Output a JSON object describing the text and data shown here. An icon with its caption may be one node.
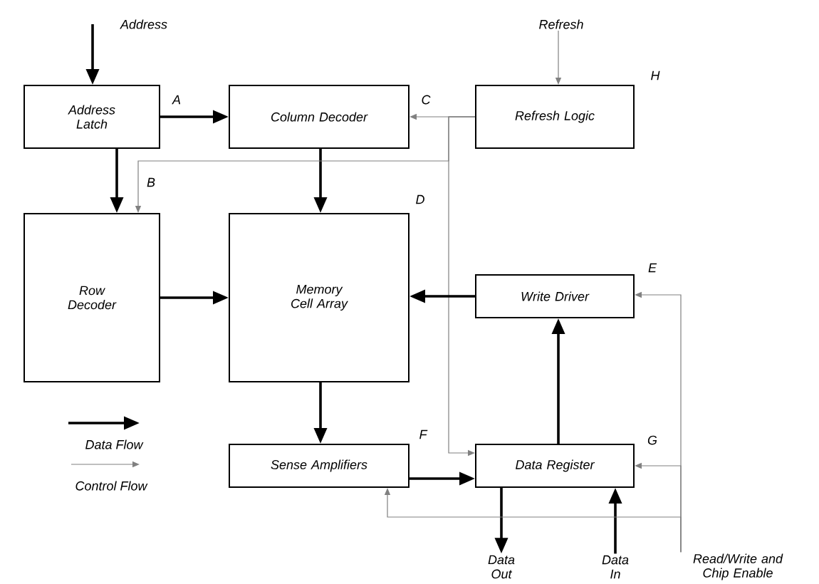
{
  "diagram": {
    "nodes": [
      {
        "text": [
          "Address"
        ]
      },
      {
        "text": [
          "Address Latch"
        ]
      },
      {
        "text": [
          "Column Decoder"
        ]
      },
      {
        "text": [
          "Refresh"
        ]
      },
      {
        "text": [
          "Refresh Logic"
        ]
      },
      {
        "text": [
          "Row Decoder"
        ]
      },
      {
        "text": [
          "Memory Cell Array"
        ]
      },
      {
        "text": [
          "Write Driver"
        ]
      },
      {
        "text": [
          "Sense Amplifiers"
        ]
      },
      {
        "text": [
          "Data Register"
        ]
      },
      {
        "text": [
          "Data Out"
        ]
      },
      {
        "text": [
          "Data In"
        ]
      },
      {
        "text": [
          "Read/Write and Chip Enable"
        ]
      }
    ],
    "edges": [
      {
        "from": 0,
        "to": 1,
        "arrow": "to"
      },
      {
        "from": 1,
        "to": 2,
        "arrow": "to"
      },
      {
        "from": 1,
        "to": 5,
        "arrow": "to"
      },
      {
        "from": 2,
        "to": 6,
        "arrow": "to"
      },
      {
        "from": 3,
        "to": 4,
        "arrow": "to",
        "color": "#808080"
      },
      {
        "from": 4,
        "to": 2,
        "arrow": "to",
        "color": "#808080"
      },
      {
        "from": 4,
        "to": 5,
        "arrow": "to",
        "color": "#808080"
      },
      {
        "from": 4,
        "to": 9,
        "arrow": "to",
        "color": "#808080"
      },
      {
        "from": 5,
        "to": 6,
        "arrow": "to"
      },
      {
        "from": 7,
        "to": 6,
        "arrow": "to"
      },
      {
        "from": 6,
        "to": 8,
        "arrow": "to"
      },
      {
        "from": 8,
        "to": 9,
        "arrow": "to"
      },
      {
        "from": 9,
        "to": 7,
        "arrow": "to"
      },
      {
        "from": 9,
        "to": 10,
        "arrow": "to"
      },
      {
        "from": 11,
        "to": 9,
        "arrow": "to"
      },
      {
        "from": 12,
        "to": 7,
        "arrow": "to",
        "color": "#808080"
      },
      {
        "from": 12,
        "to": 9,
        "arrow": "to",
        "color": "#808080"
      },
      {
        "from": 12,
        "to": 8,
        "arrow": "to",
        "color": "#808080"
      }
    ],
    "labels": [
      "H",
      "A",
      "C",
      "B",
      "D",
      "E",
      "F",
      "G"
    ],
    "legend": [
      {
        "text": "Data Flow"
      },
      {
        "text": "Control Flow"
      }
    ]
  }
}
